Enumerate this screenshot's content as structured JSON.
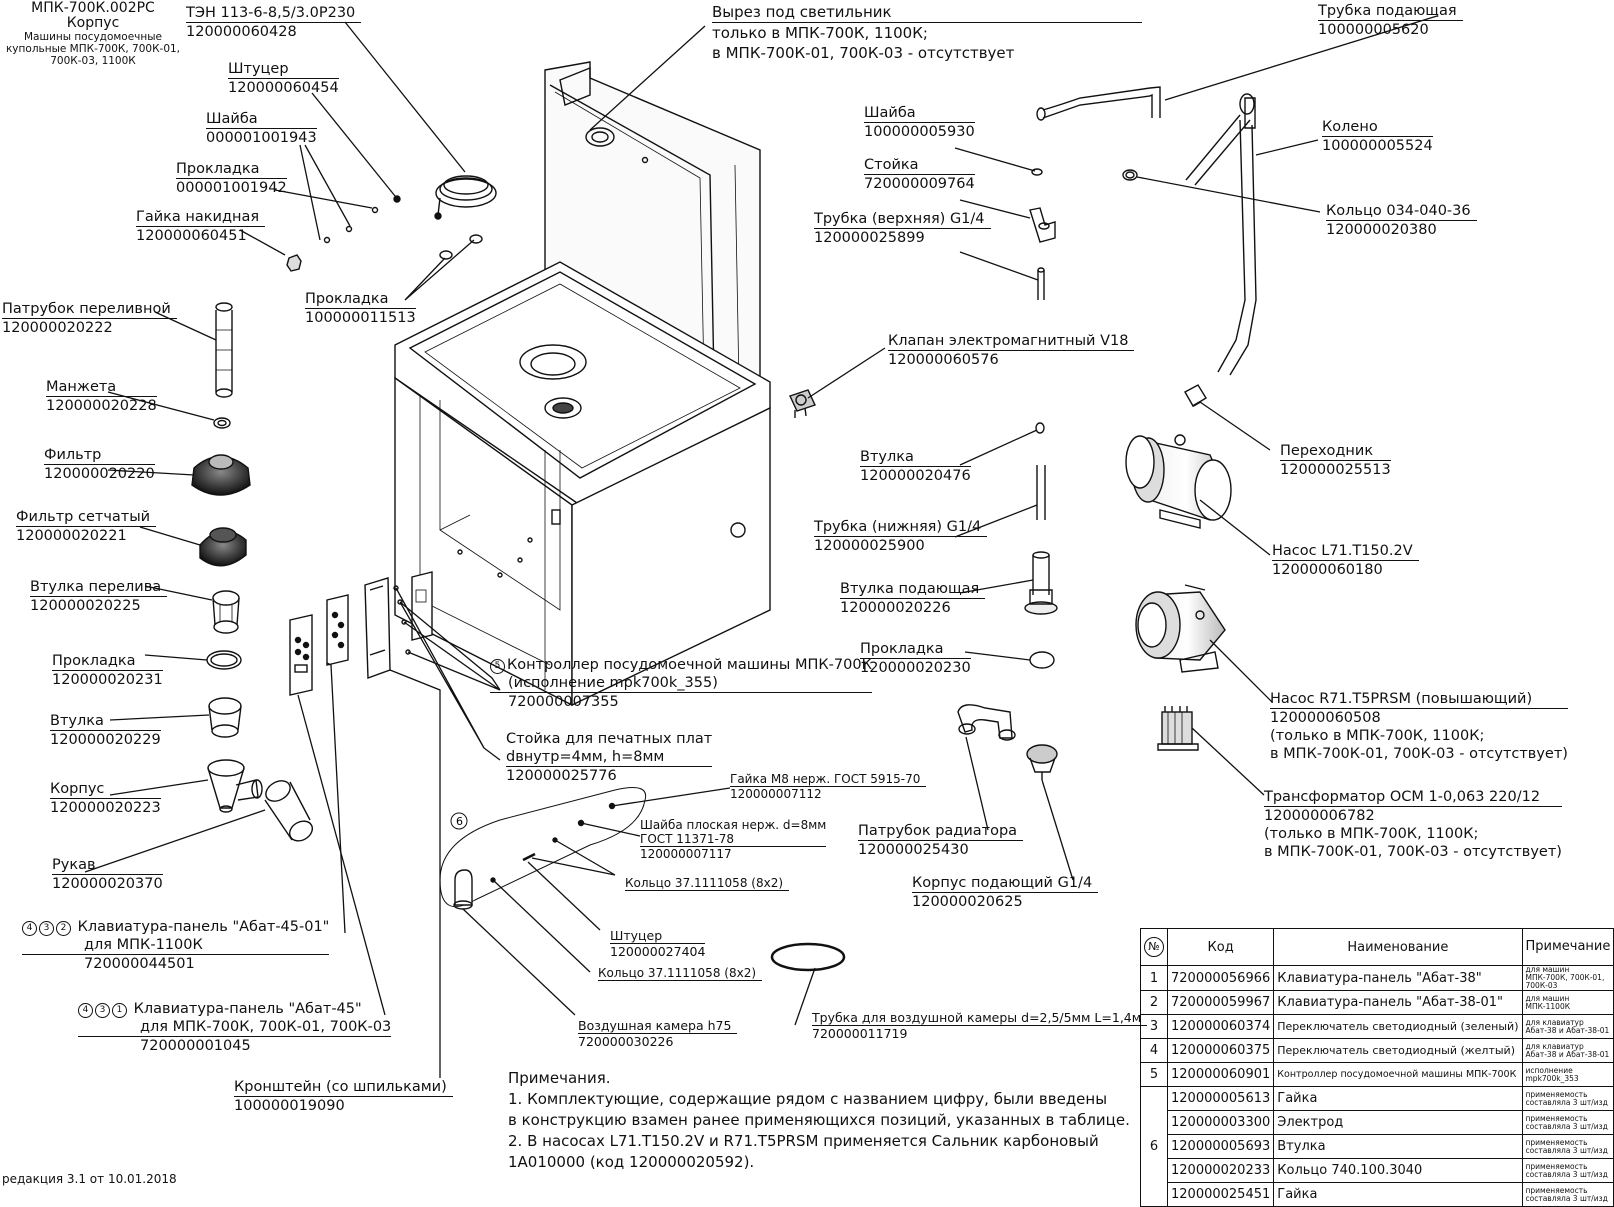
{
  "title": {
    "doc": "МПК-700К.002РС",
    "name": "Корпус",
    "subtitle": "Машины посудомоечные купольные МПК-700К, 700К-01, 700К-03, 1100К"
  },
  "labels": [
    {
      "id": "ten",
      "name": "ТЭН 113-6-8,5/3.0Р230",
      "code": "120000060428"
    },
    {
      "id": "shtucer1",
      "name": "Штуцер",
      "code": "120000060454"
    },
    {
      "id": "shaiba1",
      "name": "Шайба",
      "code": "000001001943"
    },
    {
      "id": "prokladka1",
      "name": "Прокладка",
      "code": "000001001942"
    },
    {
      "id": "gaika-nak",
      "name": "Гайка накидная",
      "code": "120000060451"
    },
    {
      "id": "prokladka2",
      "name": "Прокладка",
      "code": "100000011513"
    },
    {
      "id": "patrubok-perel",
      "name": "Патрубок переливной",
      "code": "120000020222"
    },
    {
      "id": "manzheta",
      "name": "Манжета",
      "code": "120000020228"
    },
    {
      "id": "filtr",
      "name": "Фильтр",
      "code": "120000020220"
    },
    {
      "id": "filtr-set",
      "name": "Фильтр сетчатый",
      "code": "120000020221"
    },
    {
      "id": "vtulka-perel",
      "name": "Втулка перелива",
      "code": "120000020225"
    },
    {
      "id": "prokladka3",
      "name": "Прокладка",
      "code": "120000020231"
    },
    {
      "id": "vtulka1",
      "name": "Втулка",
      "code": "120000020229"
    },
    {
      "id": "korpus",
      "name": "Корпус",
      "code": "120000020223"
    },
    {
      "id": "rukav",
      "name": "Рукав",
      "code": "120000020370"
    },
    {
      "id": "klav-45-01",
      "name": "Клавиатура-панель \"Абат-45-01\"",
      "name2": "для МПК-1100К",
      "code": "720000044501",
      "circles": [
        "4",
        "3",
        "2"
      ]
    },
    {
      "id": "klav-45",
      "name": "Клавиатура-панель \"Абат-45\"",
      "name2": "для МПК-700К, 700К-01, 700К-03",
      "code": "720000001045",
      "circles": [
        "4",
        "3",
        "1"
      ]
    },
    {
      "id": "kronshtein",
      "name": "Кронштейн (со шпильками)",
      "code": "100000019090"
    },
    {
      "id": "vyrez",
      "name": "Вырез под светильник",
      "name2": "только в МПК-700К, 1100К;",
      "name3": "в МПК-700К-01, 700К-03 - отсутствует"
    },
    {
      "id": "kontroller",
      "name": "Контроллер посудомоечной машины МПК-700К",
      "name2": "(исполнение mpk700k_355)",
      "code": "720000007355",
      "circles": [
        "5"
      ]
    },
    {
      "id": "stoika-plat",
      "name": "Стойка для печатных плат",
      "name2": "dвнутр=4мм, h=8мм",
      "code": "120000025776"
    },
    {
      "id": "gaika-m8",
      "name": "Гайка М8 нерж. ГОСТ 5915-70",
      "code": "120000007112"
    },
    {
      "id": "shaiba-plosk",
      "name": "Шайба плоская нерж. d=8мм",
      "name2": "ГОСТ 11371-78",
      "code": "120000007117"
    },
    {
      "id": "kolco37a",
      "name": "Кольцо 37.1111058 (8х2)"
    },
    {
      "id": "shtucer2",
      "name": "Штуцер",
      "code": "120000027404"
    },
    {
      "id": "kolco37b",
      "name": "Кольцо 37.1111058 (8х2)"
    },
    {
      "id": "vozd-kamera",
      "name": "Воздушная камера h75",
      "code": "720000030226"
    },
    {
      "id": "trubka-vozd",
      "name": "Трубка для воздушной камеры d=2,5/5мм  L=1,4м",
      "code": "720000011719"
    },
    {
      "id": "shaiba2",
      "name": "Шайба",
      "code": "100000005930"
    },
    {
      "id": "stoika",
      "name": "Стойка",
      "code": "720000009764"
    },
    {
      "id": "trubka-verh",
      "name": "Трубка (верхняя) G1/4",
      "code": "120000025899"
    },
    {
      "id": "klapan",
      "name": "Клапан электромагнитный V18",
      "code": "120000060576"
    },
    {
      "id": "vtulka2",
      "name": "Втулка",
      "code": "120000020476"
    },
    {
      "id": "trubka-nizh",
      "name": "Трубка (нижняя) G1/4",
      "code": "120000025900"
    },
    {
      "id": "vtulka-pod",
      "name": "Втулка подающая",
      "code": "120000020226"
    },
    {
      "id": "prokladka4",
      "name": "Прокладка",
      "code": "120000020230"
    },
    {
      "id": "patrubok-rad",
      "name": "Патрубок радиатора",
      "code": "120000025430"
    },
    {
      "id": "korpus-pod",
      "name": "Корпус подающий G1/4",
      "code": "120000020625"
    },
    {
      "id": "trubka-pod",
      "name": "Трубка подающая",
      "code": "100000005620"
    },
    {
      "id": "koleno",
      "name": "Колено",
      "code": "100000005524"
    },
    {
      "id": "kolco034",
      "name": "Кольцо 034-040-36",
      "code": "120000020380"
    },
    {
      "id": "perehodnik",
      "name": "Переходник",
      "code": "120000025513"
    },
    {
      "id": "nasos-l71",
      "name": "Насос L71.T150.2V",
      "code": "120000060180"
    },
    {
      "id": "nasos-r71",
      "name": "Насос R71.T5PRSM (повышающий)",
      "code": "120000060508",
      "note": "(только в МПК-700К, 1100К;",
      "note2": "в МПК-700К-01, 700К-03 - отсутствует)"
    },
    {
      "id": "transformator",
      "name": "Трансформатор ОСМ 1-0,063  220/12",
      "code": "120000006782",
      "note": "(только в МПК-700К, 1100К;",
      "note2": "в МПК-700К-01, 700К-03 - отсутствует)"
    }
  ],
  "callout6": "6",
  "notes": {
    "heading": "Примечания.",
    "lines": [
      "1. Комплектующие, содержащие рядом с названием цифру, были введены",
      "в конструкцию взамен ранее применяющихся позиций, указанных в таблице.",
      "2. В насосах L71.T150.2V и R71.T5PRSM применяется Сальник карбоновый",
      "1А010000 (код 120000020592)."
    ]
  },
  "table": {
    "headers": [
      "№",
      "Код",
      "Наименование",
      "Примечание"
    ],
    "rows": [
      {
        "num": "1",
        "code": "720000056966",
        "name": "Клавиатура-панель \"Абат-38\"",
        "note": "для машин МПК-700К, 700К-01, 700К-03"
      },
      {
        "num": "2",
        "code": "720000059967",
        "name": "Клавиатура-панель \"Абат-38-01\"",
        "note": "для машин МПК-1100К"
      },
      {
        "num": "3",
        "code": "120000060374",
        "name": "Переключатель светодиодный (зеленый)",
        "note": "для клавиатур Абат-38 и Абат-38-01"
      },
      {
        "num": "4",
        "code": "120000060375",
        "name": "Переключатель светодиодный (желтый)",
        "note": "для клавиатур Абат-38 и Абат-38-01"
      },
      {
        "num": "5",
        "code": "120000060901",
        "name": "Контроллер посудомоечной машины МПК-700К",
        "note": "исполнение mpk700k_353"
      },
      {
        "num": "6",
        "code": "120000005613",
        "name": "Гайка",
        "note": "применяемость составляла 3 шт/изд"
      },
      {
        "num": "",
        "code": "120000003300",
        "name": "Электрод",
        "note": "применяемость составляла 3 шт/изд"
      },
      {
        "num": "",
        "code": "120000005693",
        "name": "Втулка",
        "note": "применяемость составляла 3 шт/изд"
      },
      {
        "num": "",
        "code": "120000020233",
        "name": "Кольцо 740.100.3040",
        "note": "применяемость составляла 3 шт/изд"
      },
      {
        "num": "",
        "code": "120000025451",
        "name": "Гайка",
        "note": "применяемость составляла 3 шт/изд"
      }
    ]
  },
  "revision": "редакция 3.1 от 10.01.2018"
}
